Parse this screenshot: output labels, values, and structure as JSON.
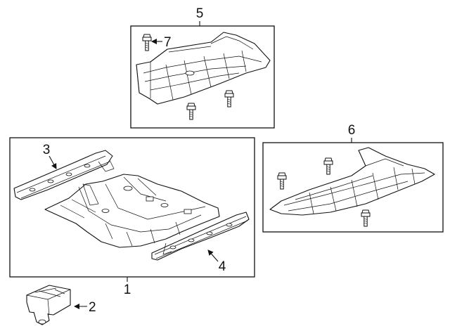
{
  "callouts": {
    "floor_pan": "1",
    "bracket": "2",
    "left_rail": "3",
    "right_rail": "4",
    "front_shield": "5",
    "rear_shield": "6",
    "bolt": "7"
  }
}
